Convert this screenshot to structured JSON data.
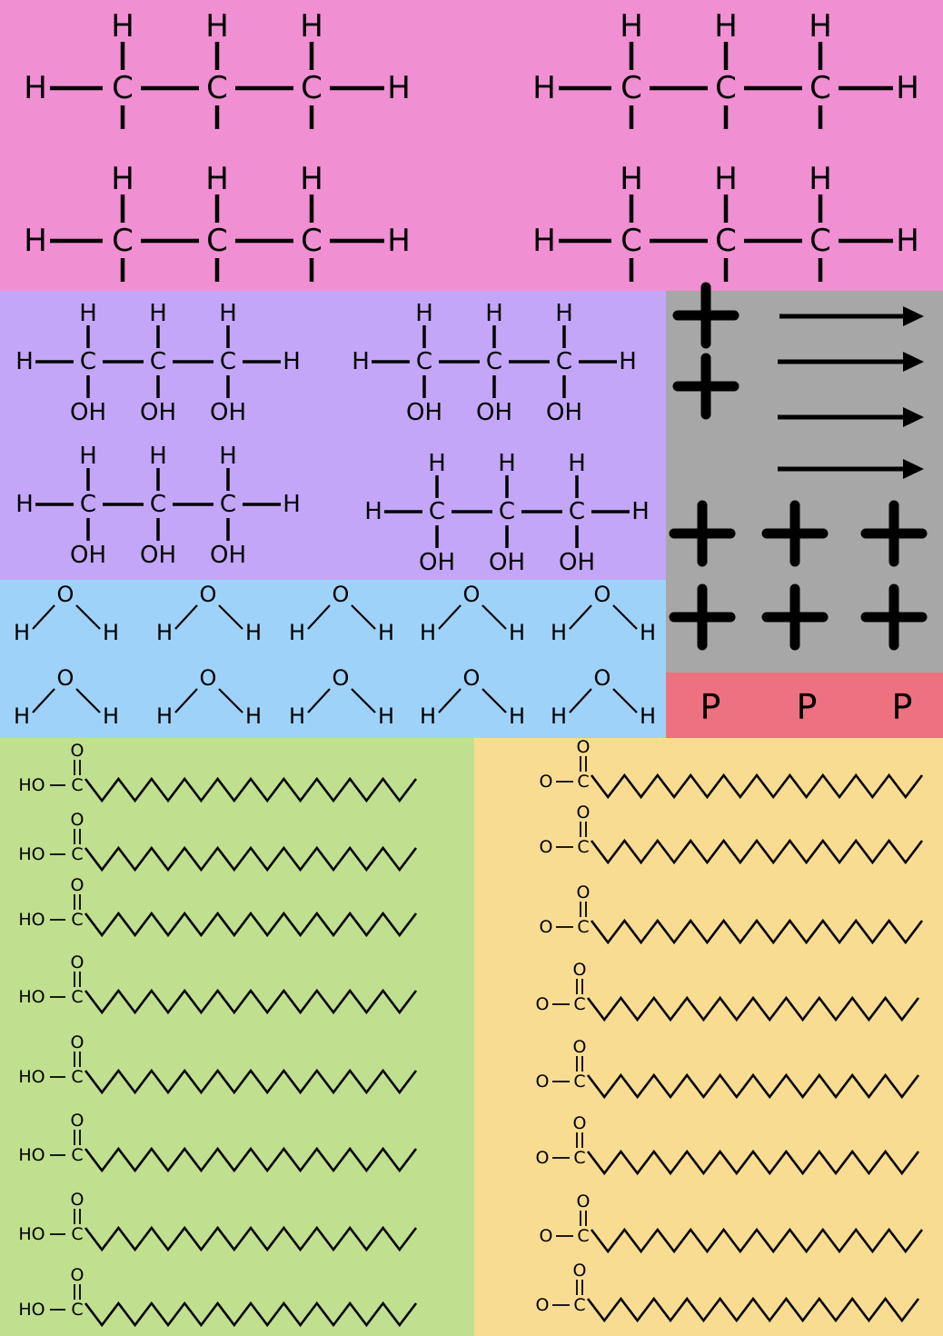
{
  "colors": {
    "propane_bg": "#f18fd3",
    "glycerol_bg": "#c3a6f8",
    "water_bg": "#9fd2f9",
    "symbols_bg": "#a7a7a7",
    "phosphate_bg": "#ee7180",
    "fatty_acid_bg": "#c0df8f",
    "ester_bg": "#f8dc91",
    "ink": "#000000"
  },
  "icons": [
    "plus-icon",
    "arrow-right-icon"
  ],
  "labels": {
    "hydrogen": "H",
    "carbon": "C",
    "oxygen": "O",
    "hydroxyl": "OH",
    "phosphate": "P",
    "acid_head": "HO",
    "ester_head": "O"
  },
  "sections": {
    "propane": {
      "count": 4
    },
    "glycerol": {
      "count": 4
    },
    "water": {
      "count": 10
    },
    "symbols": {
      "plus_count": 8,
      "arrow_count": 4
    },
    "phosphate": {
      "labels": [
        "P",
        "P",
        "P"
      ]
    },
    "fatty_acids": {
      "count": 8
    },
    "ester_chains": {
      "count": 8
    }
  }
}
